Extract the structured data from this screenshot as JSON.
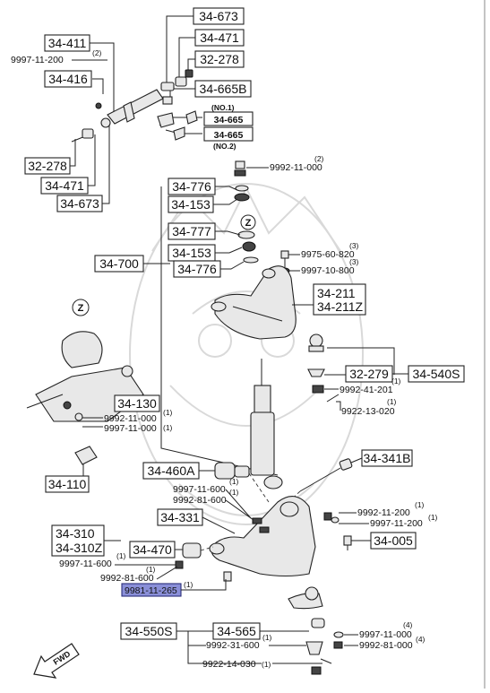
{
  "colors": {
    "highlight": "#8a8fd8",
    "line": "#222222",
    "watermark": "#d9d9d9"
  },
  "labels": {
    "p34_673_top": "34-673",
    "p34_411": "34-411",
    "p34_471_top": "34-471",
    "p9997_11_200_top": "9997-11-200",
    "p9997_11_200_top_q": "(2)",
    "p34_278_top": "32-278",
    "p34_416": "34-416",
    "p34_665b": "34-665B",
    "no1": "(NO.1)",
    "p34_665_a": "34-665",
    "p34_665_b": "34-665",
    "no2": "(NO.2)",
    "p32_278_left": "32-278",
    "p34_471_left": "34-471",
    "p34_673_left": "34-673",
    "p9992_11_000_top": "9992-11-000",
    "p9992_11_000_top_q": "(2)",
    "p34_776_a": "34-776",
    "p34_153_a": "34-153",
    "p34_777": "34-777",
    "p34_153_b": "34-153",
    "p34_700": "34-700",
    "p34_776_b": "34-776",
    "p9975_60_820": "9975-60-820",
    "p9975_60_820_q": "(3)",
    "p9997_10_800": "9997-10-800",
    "p9997_10_800_q": "(3)",
    "p34_211": "34-211",
    "p34_211z": "34-211Z",
    "p32_279": "32-279",
    "p34_540s": "34-540S",
    "p9992_41_201": "9992-41-201",
    "p9992_41_201_q": "(1)",
    "p9922_13_020": "9922-13-020",
    "p9922_13_020_q": "(1)",
    "p34_130": "34-130",
    "p9992_11_000_mid": "9992-11-000",
    "p9992_11_000_mid_q": "(1)",
    "p9997_11_000_mid": "9997-11-000",
    "p9997_11_000_mid_q": "(1)",
    "p34_110": "34-110",
    "p34_341b": "34-341B",
    "p34_460a": "34-460A",
    "p9997_11_600_a": "9997-11-600",
    "p9997_11_600_a_q": "(1)",
    "p9992_81_600_a": "9992-81-600",
    "p9992_81_600_a_q": "(1)",
    "p34_331": "34-331",
    "p9992_11_200_r": "9992-11-200",
    "p9992_11_200_r_q": "(1)",
    "p9997_11_200_r": "9997-11-200",
    "p9997_11_200_r_q": "(1)",
    "p34_310": "34-310",
    "p34_310z": "34-310Z",
    "p34_470": "34-470",
    "p34_005": "34-005",
    "p9997_11_600_b": "9997-11-600",
    "p9997_11_600_b_q": "(1)",
    "p9992_81_600_b": "9992-81-600",
    "p9992_81_600_b_q": "(1)",
    "p9981_11_265": "9981-11-265",
    "p9981_11_265_q": "(1)",
    "p34_550s": "34-550S",
    "p34_565": "34-565",
    "p9997_11_000_bot": "9997-11-000",
    "p9997_11_000_bot_q": "(4)",
    "p9992_31_600": "9992-31-600",
    "p9992_31_600_q": "(1)",
    "p9992_81_000_bot": "9992-81-000",
    "p9992_81_000_bot_q": "(4)",
    "p9922_14_030": "9922-14-030",
    "p9922_14_030_q": "(1)",
    "z_top": "Z",
    "z_left": "Z",
    "fwd": "FWD"
  }
}
